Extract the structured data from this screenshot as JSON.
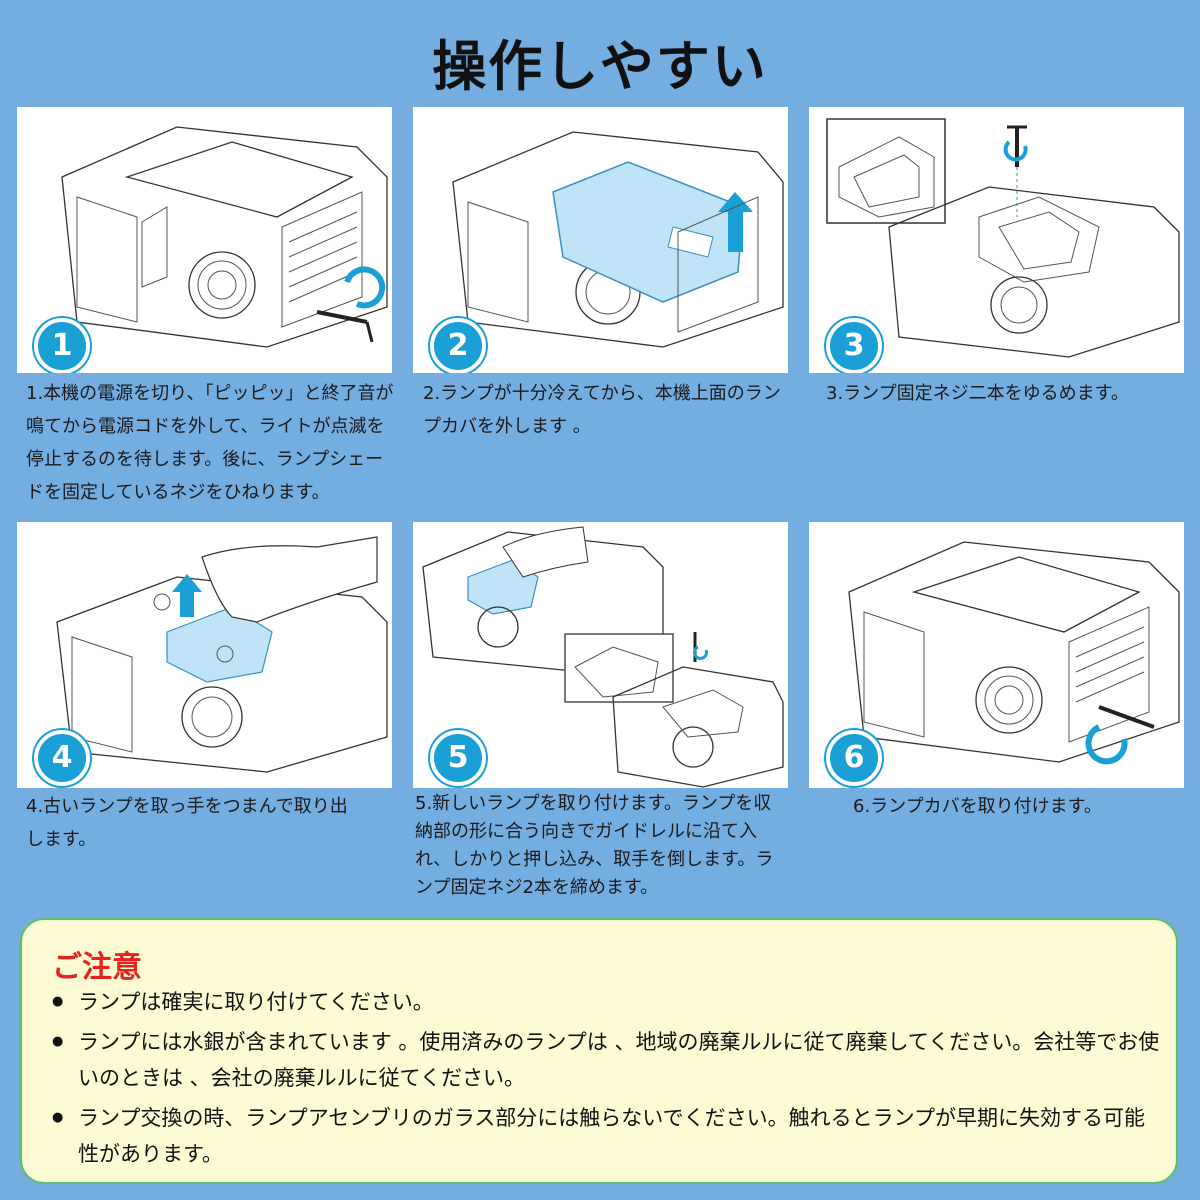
{
  "title": "操作しやすい",
  "steps": [
    {
      "num": "1",
      "text": "1.本機の電源を切り、「ピッピッ」と終了音が鳴てから電源コドを外して、ライトが点滅を停止するのを待します。後に、ランプシェードを固定しているネジをひねります。"
    },
    {
      "num": "2",
      "text": "2.ランプが十分冷えてから、本機上面のランプカバを外します 。"
    },
    {
      "num": "3",
      "text": "3.ランプ固定ネジ二本をゆるめます。"
    },
    {
      "num": "4",
      "text": "4.古いランプを取っ手をつまんで取り出します。"
    },
    {
      "num": "5",
      "text": "5.新しいランプを取り付けます。ランプを収納部の形に合う向きでガイドレルに沿て入れ、しかりと押し込み、取手を倒します。ランプ固定ネジ2本を締めます。"
    },
    {
      "num": "6",
      "text": "6.ランプカバを取り付けます。"
    }
  ],
  "notice": {
    "title": "ご注意",
    "items": [
      "ランプは確実に取り付けてください。",
      "ランプには水銀が含まれています 。使用済みのランプは 、地域の廃棄ルルに従て廃棄してください。会社等でお使いのときは 、会社の廃棄ルルに従てください。",
      "ランプ交換の時、ランプアセンブリのガラス部分には触らないでください。触れるとランプが早期に失効する可能性があります。"
    ]
  },
  "colors": {
    "background": "#74ade0",
    "badge": "#1a9fd6",
    "notice_bg": "#fdfbd3",
    "notice_border": "#5bc06e",
    "notice_title": "#e52320",
    "lamp_cover": "#bfe4f7"
  }
}
